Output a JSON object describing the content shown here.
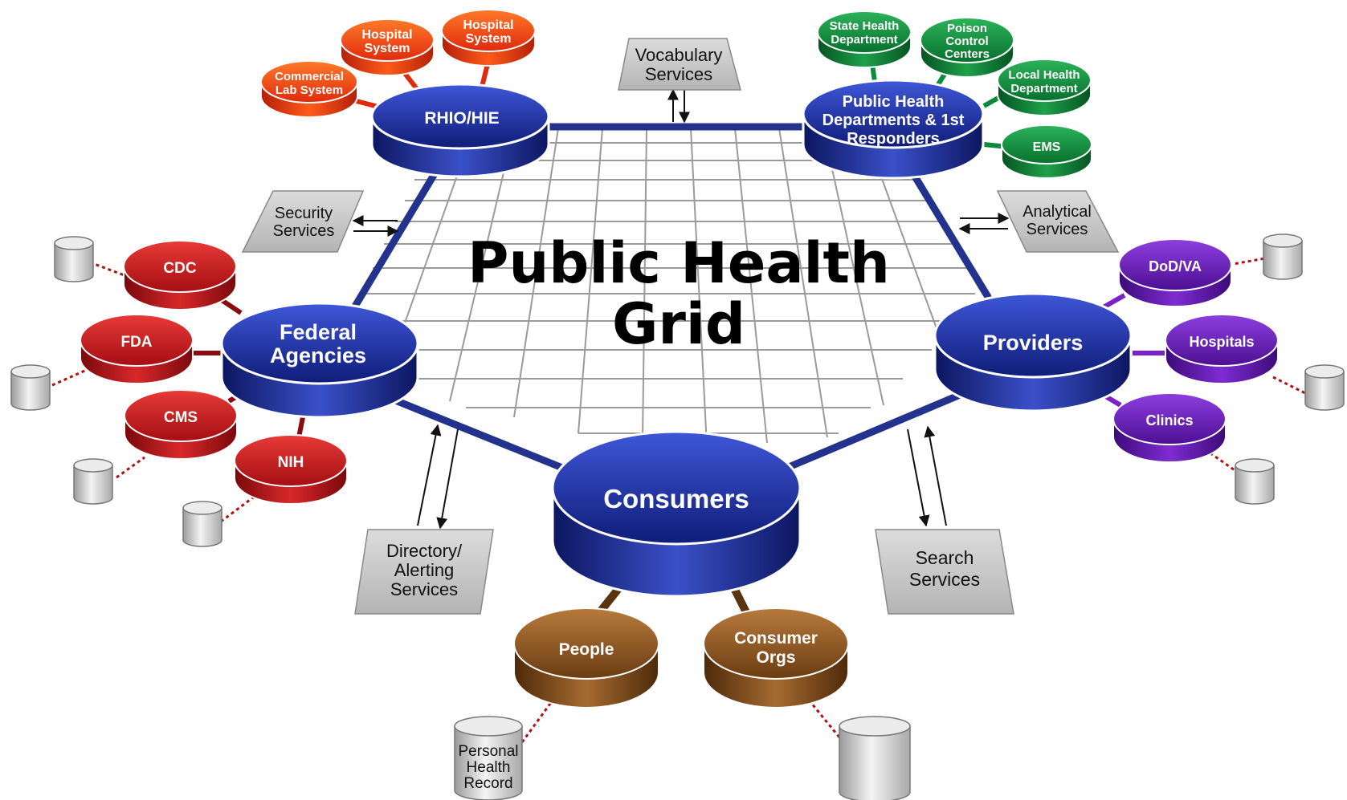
{
  "title": {
    "line1": "Public Health",
    "line2": "Grid"
  },
  "colors": {
    "hub": "#1f2f9e",
    "red": "#c8161b",
    "orange": "#ee4a14",
    "green": "#0e8a3c",
    "purple": "#6a1bb0",
    "bronze": "#8a5520",
    "connector": "#23328c",
    "services_box": "#c8c8c8"
  },
  "hubs": {
    "rhio": {
      "label": "RHIO/HIE"
    },
    "public_health": {
      "line1": "Public Health",
      "line2": "Departments & 1st",
      "line3": "Responders"
    },
    "federal": {
      "line1": "Federal",
      "line2": "Agencies"
    },
    "providers": {
      "label": "Providers"
    },
    "consumers": {
      "label": "Consumers"
    }
  },
  "rhio_nodes": {
    "commercial_lab": {
      "line1": "Commercial",
      "line2": "Lab System"
    },
    "hospital_system_1": {
      "line1": "Hospital",
      "line2": "System"
    },
    "hospital_system_2": {
      "line1": "Hospital",
      "line2": "System"
    }
  },
  "public_health_nodes": {
    "state_health": {
      "line1": "State Health",
      "line2": "Department"
    },
    "poison_control": {
      "line1": "Poison",
      "line2": "Control",
      "line3": "Centers"
    },
    "local_health": {
      "line1": "Local Health",
      "line2": "Department"
    },
    "ems": {
      "label": "EMS"
    }
  },
  "federal_nodes": {
    "cdc": {
      "label": "CDC"
    },
    "fda": {
      "label": "FDA"
    },
    "cms": {
      "label": "CMS"
    },
    "nih": {
      "label": "NIH"
    }
  },
  "provider_nodes": {
    "dodva": {
      "label": "DoD/VA"
    },
    "hospitals": {
      "label": "Hospitals"
    },
    "clinics": {
      "label": "Clinics"
    }
  },
  "consumer_nodes": {
    "people": {
      "label": "People"
    },
    "consumer_orgs": {
      "line1": "Consumer",
      "line2": "Orgs"
    }
  },
  "services": {
    "vocabulary": {
      "line1": "Vocabulary",
      "line2": "Services"
    },
    "security": {
      "line1": "Security",
      "line2": "Services"
    },
    "analytical": {
      "line1": "Analytical",
      "line2": "Services"
    },
    "directory": {
      "line1": "Directory/",
      "line2": "Alerting",
      "line3": "Services"
    },
    "search": {
      "line1": "Search",
      "line2": "Services"
    }
  },
  "phr": {
    "line1": "Personal",
    "line2": "Health",
    "line3": "Record"
  }
}
